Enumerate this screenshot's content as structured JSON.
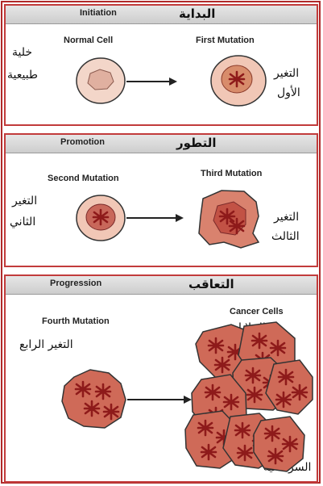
{
  "initiation": {
    "title_en": "Initiation",
    "title_ar": "البداية",
    "left_label_en": "Normal Cell",
    "left_label_ar_1": "خلية",
    "left_label_ar_2": "طبيعية",
    "right_label_en": "First Mutation",
    "right_label_ar_1": "التغير",
    "right_label_ar_2": "الأول"
  },
  "promotion": {
    "title_en": "Promotion",
    "title_ar": "التطور",
    "left_label_en": "Second Mutation",
    "left_label_ar_1": "التغير",
    "left_label_ar_2": "الثاني",
    "right_label_en": "Third Mutation",
    "right_label_ar_1": "التغير",
    "right_label_ar_2": "الثالث"
  },
  "progression": {
    "title_en": "Progression",
    "title_ar": "التعاقب",
    "left_label_en": "Fourth Mutation",
    "left_label_ar": "التغير الرابع",
    "right_label_en": "Cancer Cells",
    "right_label_ar_1": "الخلايا",
    "right_label_ar_2": "السرطانية"
  },
  "colors": {
    "border": "#c23b3b",
    "cell_membrane": "#e6a48c",
    "nucleus": "#c8675a",
    "chromatin": "#8e1a1a"
  }
}
